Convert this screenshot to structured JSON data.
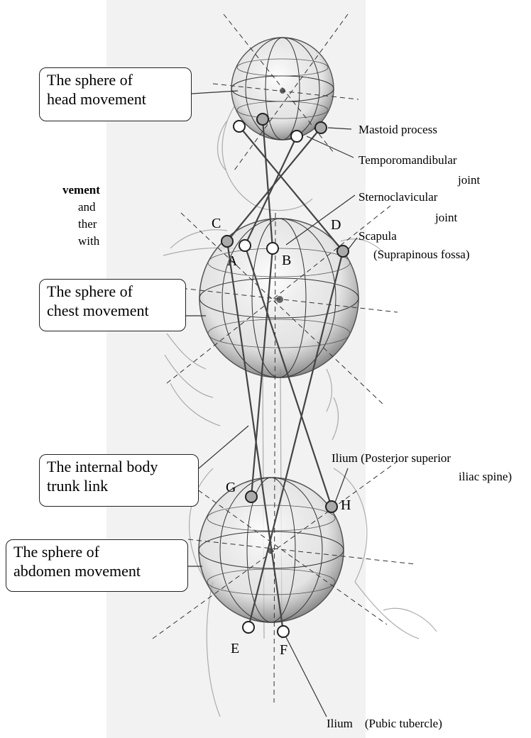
{
  "left_text_fragments": [
    "vement",
    "and",
    "ther",
    "with"
  ],
  "boxes": {
    "head": [
      "The sphere of",
      "head movement"
    ],
    "chest": [
      "The sphere of",
      "chest movement"
    ],
    "trunk": [
      "The internal body",
      "trunk link"
    ],
    "abdomen": [
      "The sphere of",
      "abdomen movement"
    ]
  },
  "annotations": {
    "mastoid": "Mastoid process",
    "tmj_1": "Temporomandibular",
    "tmj_2": "joint",
    "scj_1": "Sternoclavicular",
    "scj_2": "joint",
    "scapula_1": "Scapula",
    "scapula_2": "(Suprapinous fossa)",
    "ilium_post_1": "Ilium (Posterior superior",
    "ilium_post_2": "iliac spine)",
    "ilium_pubic": "Ilium　(Pubic tubercle)"
  },
  "points": {
    "A": "A",
    "B": "B",
    "C": "C",
    "D": "D",
    "E": "E",
    "F": "F",
    "G": "G",
    "H": "H"
  }
}
